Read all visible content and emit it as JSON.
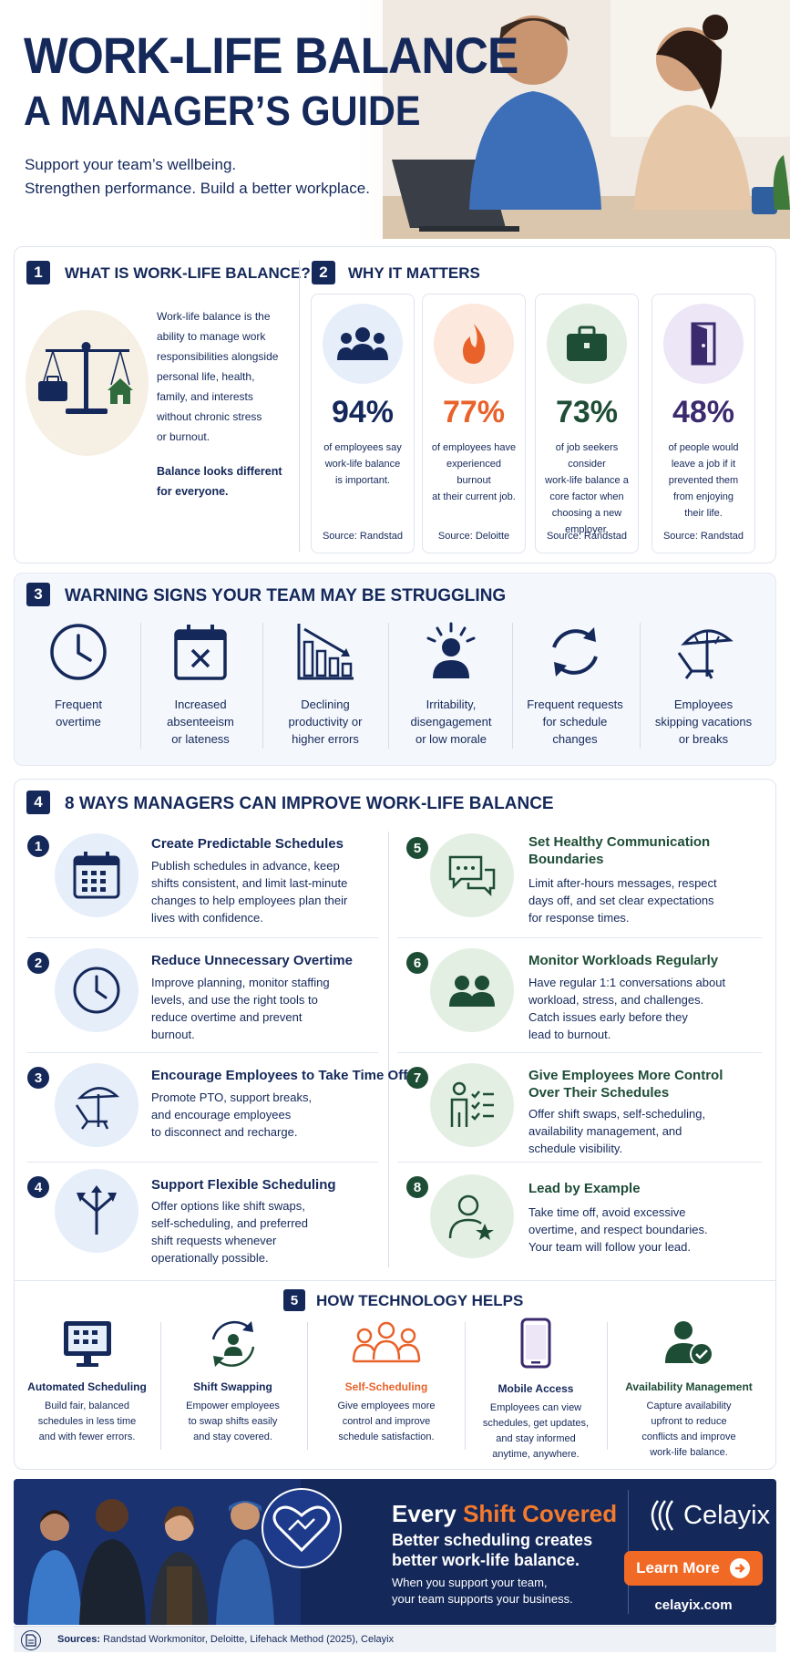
{
  "header": {
    "title_line1": "WORK-LIFE BALANCE",
    "title_line2": "A  MANAGER’S GUIDE",
    "subtitle_line1": "Support your team’s wellbeing.",
    "subtitle_line2": "Strengthen performance. Build a better workplace."
  },
  "section1": {
    "number": "1",
    "title": "WHAT IS WORK-LIFE BALANCE?",
    "definition_lines": [
      "Work-life balance is the",
      "ability to manage work",
      "responsibilities alongside",
      "personal life, health,",
      "family, and interests",
      "without chronic stress",
      "or burnout."
    ],
    "emphasis_lines": [
      "Balance looks different",
      "for everyone."
    ]
  },
  "section2": {
    "number": "2",
    "title": "WHY IT MATTERS",
    "stats": [
      {
        "value": "94%",
        "desc_lines": [
          "of employees say",
          "work-life balance",
          "is important."
        ],
        "source": "Source: Randstad",
        "color": "#14285a",
        "icon": "people-icon"
      },
      {
        "value": "77%",
        "desc_lines": [
          "of employees have",
          "experienced burnout",
          "at their current job."
        ],
        "source": "Source: Deloitte",
        "color": "#e8622a",
        "icon": "flame-icon"
      },
      {
        "value": "73%",
        "desc_lines": [
          "of job seekers consider",
          "work-life balance a",
          "core factor when",
          "choosing a new",
          "employer."
        ],
        "source": "Source: Randstad",
        "color": "#1e4d36",
        "icon": "briefcase-icon"
      },
      {
        "value": "48%",
        "desc_lines": [
          "of people would",
          "leave a job if it",
          "prevented them",
          "from enjoying",
          "their life."
        ],
        "source": "Source: Randstad",
        "color": "#3b2a6e",
        "icon": "door-icon"
      }
    ]
  },
  "section3": {
    "number": "3",
    "title": "WARNING SIGNS YOUR TEAM MAY BE STRUGGLING",
    "signs": [
      {
        "lines": [
          "Frequent",
          "overtime"
        ],
        "icon": "clock-icon"
      },
      {
        "lines": [
          "Increased",
          "absenteeism",
          "or lateness"
        ],
        "icon": "calendar-x-icon"
      },
      {
        "lines": [
          "Declining",
          "productivity or",
          "higher errors"
        ],
        "icon": "declining-chart-icon"
      },
      {
        "lines": [
          "Irritability,",
          "disengagement",
          "or low morale"
        ],
        "icon": "stressed-person-icon"
      },
      {
        "lines": [
          "Frequent requests",
          "for schedule",
          "changes"
        ],
        "icon": "refresh-icon"
      },
      {
        "lines": [
          "Employees",
          "skipping vacations",
          "or breaks"
        ],
        "icon": "beach-chair-icon"
      }
    ]
  },
  "section4": {
    "number": "4",
    "title": "8 WAYS MANAGERS CAN IMPROVE WORK-LIFE BALANCE",
    "ways": [
      {
        "num": "1",
        "title_lines": [
          "Create Predictable Schedules"
        ],
        "desc_lines": [
          "Publish schedules in advance, keep",
          "shifts consistent, and limit last-minute",
          "changes to help employees plan their",
          "lives with confidence."
        ],
        "icon": "calendar-icon"
      },
      {
        "num": "2",
        "title_lines": [
          "Reduce Unnecessary Overtime"
        ],
        "desc_lines": [
          "Improve planning, monitor staffing",
          "levels, and use the right tools to",
          "reduce overtime and prevent",
          "burnout."
        ],
        "icon": "clock-icon"
      },
      {
        "num": "3",
        "title_lines": [
          "Encourage Employees to Take Time Off"
        ],
        "desc_lines": [
          "Promote PTO, support breaks,",
          "and encourage employees",
          "to disconnect and recharge."
        ],
        "icon": "beach-chair-icon"
      },
      {
        "num": "4",
        "title_lines": [
          "Support Flexible Scheduling"
        ],
        "desc_lines": [
          "Offer options like shift swaps,",
          "self-scheduling, and preferred",
          "shift requests whenever",
          "operationally possible."
        ],
        "icon": "split-arrows-icon"
      },
      {
        "num": "5",
        "title_lines": [
          "Set Healthy Communication",
          "Boundaries"
        ],
        "desc_lines": [
          "Limit after-hours messages, respect",
          "days off, and set clear expectations",
          "for response times."
        ],
        "icon": "chat-bubbles-icon"
      },
      {
        "num": "6",
        "title_lines": [
          "Monitor Workloads Regularly"
        ],
        "desc_lines": [
          "Have regular 1:1 conversations about",
          "workload, stress, and challenges.",
          "Catch issues early before they",
          "lead to burnout."
        ],
        "icon": "two-people-icon"
      },
      {
        "num": "7",
        "title_lines": [
          "Give Employees More Control",
          "Over Their Schedules"
        ],
        "desc_lines": [
          "Offer shift swaps, self-scheduling,",
          "availability management, and",
          "schedule visibility."
        ],
        "icon": "person-checklist-icon"
      },
      {
        "num": "8",
        "title_lines": [
          "Lead by Example"
        ],
        "desc_lines": [
          "Take time off, avoid excessive",
          "overtime, and respect boundaries.",
          "Your team will follow your lead."
        ],
        "icon": "person-star-icon"
      }
    ]
  },
  "section5": {
    "number": "5",
    "title": "HOW TECHNOLOGY HELPS",
    "items": [
      {
        "title": "Automated Scheduling",
        "desc_lines": [
          "Build fair, balanced",
          "schedules in less time",
          "and with fewer errors."
        ],
        "color": "#14285a",
        "icon": "monitor-calendar-icon"
      },
      {
        "title": "Shift Swapping",
        "desc_lines": [
          "Empower employees",
          "to swap shifts easily",
          "and stay covered."
        ],
        "color": "#14285a",
        "icon": "swap-person-icon"
      },
      {
        "title": "Self-Scheduling",
        "desc_lines": [
          "Give employees more",
          "control and improve",
          "schedule satisfaction."
        ],
        "color": "#e8622a",
        "icon": "group-icon"
      },
      {
        "title": "Mobile Access",
        "desc_lines": [
          "Employees can view",
          "schedules, get updates,",
          "and stay informed",
          "anytime, anywhere."
        ],
        "color": "#14285a",
        "icon": "phone-icon"
      },
      {
        "title": "Availability Management",
        "desc_lines": [
          "Capture availability",
          "upfront to reduce",
          "conflicts and improve",
          "work-life balance."
        ],
        "color": "#1e4d36",
        "icon": "person-check-icon"
      }
    ]
  },
  "banner": {
    "headline_part1": "Every ",
    "headline_part2": "Shift Covered",
    "sub_line1": "Better scheduling creates",
    "sub_line2": "better work-life balance.",
    "small_line1": "When you support your team,",
    "small_line2": "your team supports your business.",
    "brand": "Celayix",
    "cta": "Learn More",
    "url": "celayix.com"
  },
  "footer": {
    "label": "Sources:",
    "text": "Randstad Workmonitor, Deloitte, Lifehack Method (2025), Celayix"
  },
  "colors": {
    "navy": "#14285a",
    "orange": "#e8622a",
    "green": "#1e4d36",
    "purple": "#3b2a6e"
  }
}
